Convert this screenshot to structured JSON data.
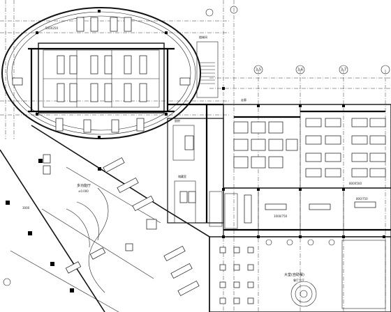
{
  "drawing": {
    "grid_labels": [
      "3-5",
      "3-6",
      "3-7"
    ],
    "room_labels": {
      "lobby": "多功能厅",
      "dining": "大堂(自助餐)",
      "dining_sub": "餐厅大厅",
      "corridor": "走廊",
      "stair": "楼梯间",
      "kitchen": "厨房",
      "storage": "储藏室",
      "room_dim": "800X500"
    },
    "dim_texts": [
      "3000",
      "1000/750",
      "500X250",
      "800/750"
    ],
    "level_mark": "±0.000"
  }
}
